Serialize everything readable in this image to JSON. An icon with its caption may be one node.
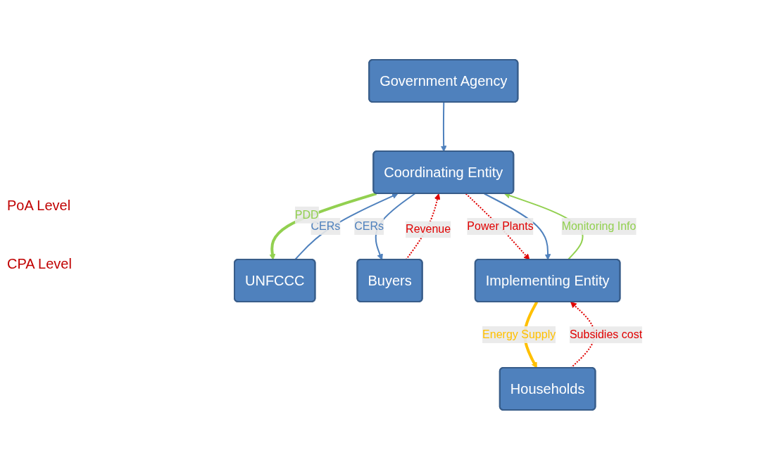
{
  "diagram": {
    "nodes": [
      {
        "text": [
          "Government Agency"
        ]
      },
      {
        "text": [
          "UNFCCC"
        ]
      },
      {
        "text": [
          "Coordinating Entity"
        ]
      },
      {
        "text": [
          "Buyers"
        ]
      },
      {
        "text": [
          "Implementing Entity"
        ]
      },
      {
        "text": [
          "Households"
        ]
      }
    ],
    "edges": [
      {
        "from": 0,
        "to": 2,
        "arrow": "to"
      },
      {
        "from": 1,
        "to": 2,
        "arrow": "to",
        "label": "CERs"
      },
      {
        "from": 2,
        "to": 1,
        "arrow": "to",
        "label": "PDD",
        "style": "thick",
        "color": "#92d050"
      },
      {
        "from": 2,
        "to": 3,
        "arrow": "to",
        "label": "CERs"
      },
      {
        "from": 3,
        "to": 2,
        "arrow": "to",
        "label": "Revenue",
        "style": "dashed",
        "color": "#e00000"
      },
      {
        "from": 2,
        "to": 4,
        "arrow": "to",
        "label": "Power Plants",
        "style": "dashed",
        "color": "#e00000"
      },
      {
        "from": 2,
        "to": 4,
        "arrow": "to"
      },
      {
        "from": 4,
        "to": 2,
        "arrow": "to",
        "label": "Monitoring Info",
        "color": "#92d050"
      },
      {
        "from": 5,
        "to": 4,
        "arrow": "to",
        "label": "Subsidies cost",
        "style": "dashed",
        "color": "#e00000"
      },
      {
        "from": 4,
        "to": 5,
        "arrow": "to",
        "label": "Energy Supply",
        "style": "thick",
        "color": "#ffc000"
      }
    ],
    "labels": [
      "PoA Level",
      "CPA Level"
    ]
  }
}
